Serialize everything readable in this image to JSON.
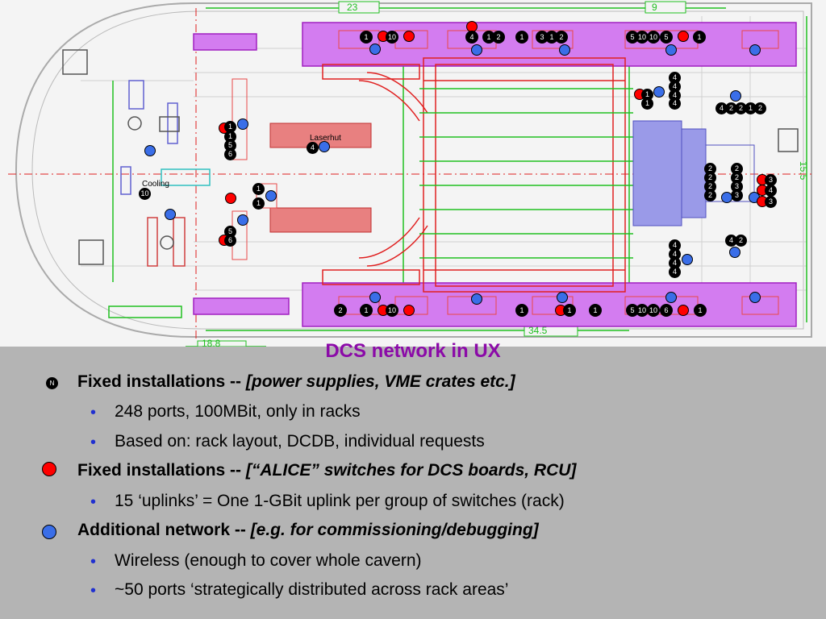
{
  "title": "DCS network in UX",
  "diagram": {
    "dims": {
      "d1": "23",
      "d2": "9",
      "d3": "34.5",
      "d4": "18.8",
      "d5": "15.5"
    },
    "labels": {
      "laserhut": "Laserhut",
      "cooling": "Cooling"
    },
    "top_row_numbers": [
      "1",
      "10",
      "4",
      "1",
      "2",
      "1",
      "3",
      "1",
      "2",
      "5",
      "10",
      "10",
      "5",
      "1"
    ],
    "bottom_row_numbers": [
      "2",
      "1",
      "10",
      "1",
      "1",
      "1",
      "5",
      "10",
      "10",
      "6",
      "1"
    ],
    "left_column_numbers": [
      "1",
      "1",
      "5",
      "6",
      "1",
      "1",
      "5",
      "6"
    ],
    "right_upper_numbers": [
      "4",
      "4",
      "4",
      "1",
      "1",
      "4",
      "4",
      "2",
      "2",
      "1",
      "2"
    ],
    "right_mid_numbers": [
      "2",
      "2",
      "2",
      "2",
      "2",
      "2",
      "3",
      "3",
      "3",
      "4",
      "3"
    ],
    "right_lower_numbers": [
      "4",
      "2",
      "4",
      "4",
      "4",
      "4"
    ],
    "laserhut_number": "4",
    "cooling_number": "10"
  },
  "items": [
    {
      "marker": "black",
      "marker_label": "N",
      "heading": "Fixed installations  --  ",
      "detail": "[power supplies, VME crates etc.]",
      "subs": [
        "248 ports, 100MBit, only in racks",
        "Based on: rack layout, DCDB, individual requests"
      ]
    },
    {
      "marker": "red",
      "heading": "Fixed installations  --  ",
      "detail": "[“ALICE” switches for DCS boards, RCU]",
      "subs": [
        "15 ‘uplinks’ = One 1-GBit uplink per group of switches (rack)"
      ]
    },
    {
      "marker": "blue",
      "heading": "Additional network  --  ",
      "detail": "[e.g. for commissioning/debugging]",
      "subs": [
        "Wireless (enough to cover whole cavern)",
        "~50 ports ‘strategically distributed across rack areas’"
      ]
    }
  ],
  "bullet_glyph": "•",
  "colors": {
    "title": "#8b0aa8",
    "red": "#ff0000",
    "blue": "#3a6ee8",
    "magenta": "#d070f0"
  }
}
